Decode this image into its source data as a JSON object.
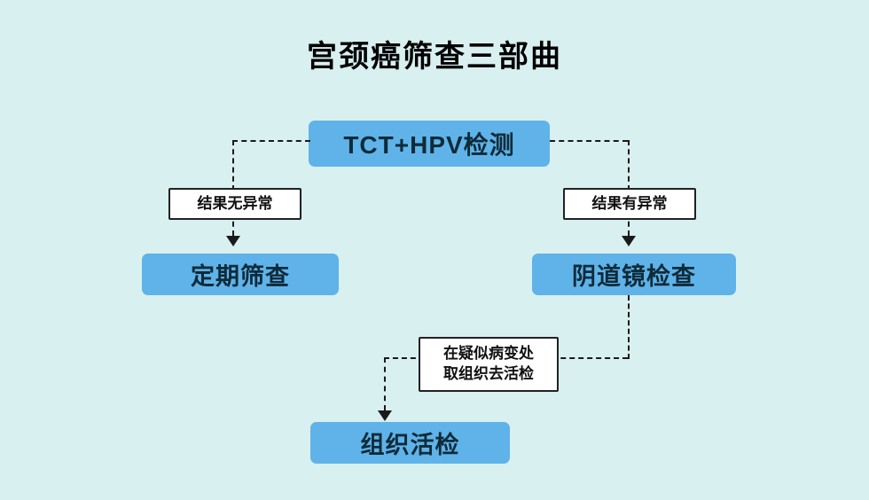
{
  "title": "宫颈癌筛查三部曲",
  "nodes": {
    "tct_hpv": "TCT+HPV检测",
    "regular_screening": "定期筛查",
    "colposcopy": "阴道镜检查",
    "biopsy": "组织活检"
  },
  "labels": {
    "result_normal": "结果无异常",
    "result_abnormal": "结果有异常",
    "biopsy_note": [
      "在疑似病变处",
      "取组织去活检"
    ]
  },
  "colors": {
    "background": "#d8f0ef",
    "node_fill": "#5fb3e8",
    "node_text": "#0e2b3a",
    "line": "#1a1a1a",
    "label_bg": "#ffffff",
    "label_border": "#222222"
  }
}
